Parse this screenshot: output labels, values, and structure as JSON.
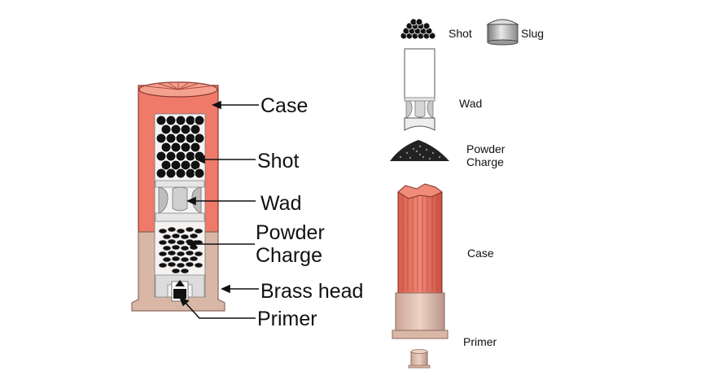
{
  "cutaway_labels": {
    "case": "Case",
    "shot": "Shot",
    "wad": "Wad",
    "powder_line1": "Powder",
    "powder_line2": "Charge",
    "brass_head": "Brass head",
    "primer": "Primer"
  },
  "exploded_labels": {
    "shot": "Shot",
    "slug": "Slug",
    "wad": "Wad",
    "powder_line1": "Powder",
    "powder_line2": "Charge",
    "case": "Case",
    "primer": "Primer"
  },
  "colors": {
    "case_red": "#ef7a6a",
    "case_red_dark": "#c4503f",
    "brass": "#d9b7a6",
    "brass_dark": "#a9847a",
    "wad_gray": "#c9c9c9",
    "shot_black": "#111111"
  }
}
